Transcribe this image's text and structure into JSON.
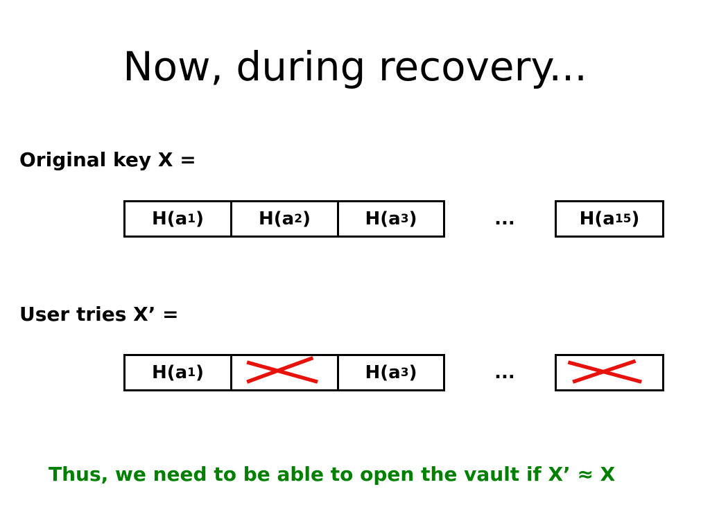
{
  "slide": {
    "title": "Now, during recovery...",
    "original_label": "Original key X =",
    "user_label": "User tries X’ =",
    "conclusion": "Thus, we need to be able to open the vault if X’ ≈ X"
  },
  "original_key": {
    "cells": [
      {
        "prefix": "H(a",
        "sub": "1",
        "suffix": ")"
      },
      {
        "prefix": "H(a",
        "sub": "2",
        "suffix": ")"
      },
      {
        "prefix": "H(a",
        "sub": "3",
        "suffix": ")"
      },
      {
        "prefix": "H(a",
        "sub": "15",
        "suffix": ")"
      }
    ],
    "ellipsis": "..."
  },
  "user_key": {
    "cells": [
      {
        "prefix": "H(a",
        "sub": "1",
        "suffix": ")",
        "mismatch": false
      },
      {
        "mismatch": true
      },
      {
        "prefix": "H(a",
        "sub": "3",
        "suffix": ")",
        "mismatch": false
      },
      {
        "mismatch": true
      }
    ],
    "ellipsis": "...",
    "cross_color": "#e8120c"
  },
  "colors": {
    "conclusion": "#008000",
    "border": "#000000"
  }
}
